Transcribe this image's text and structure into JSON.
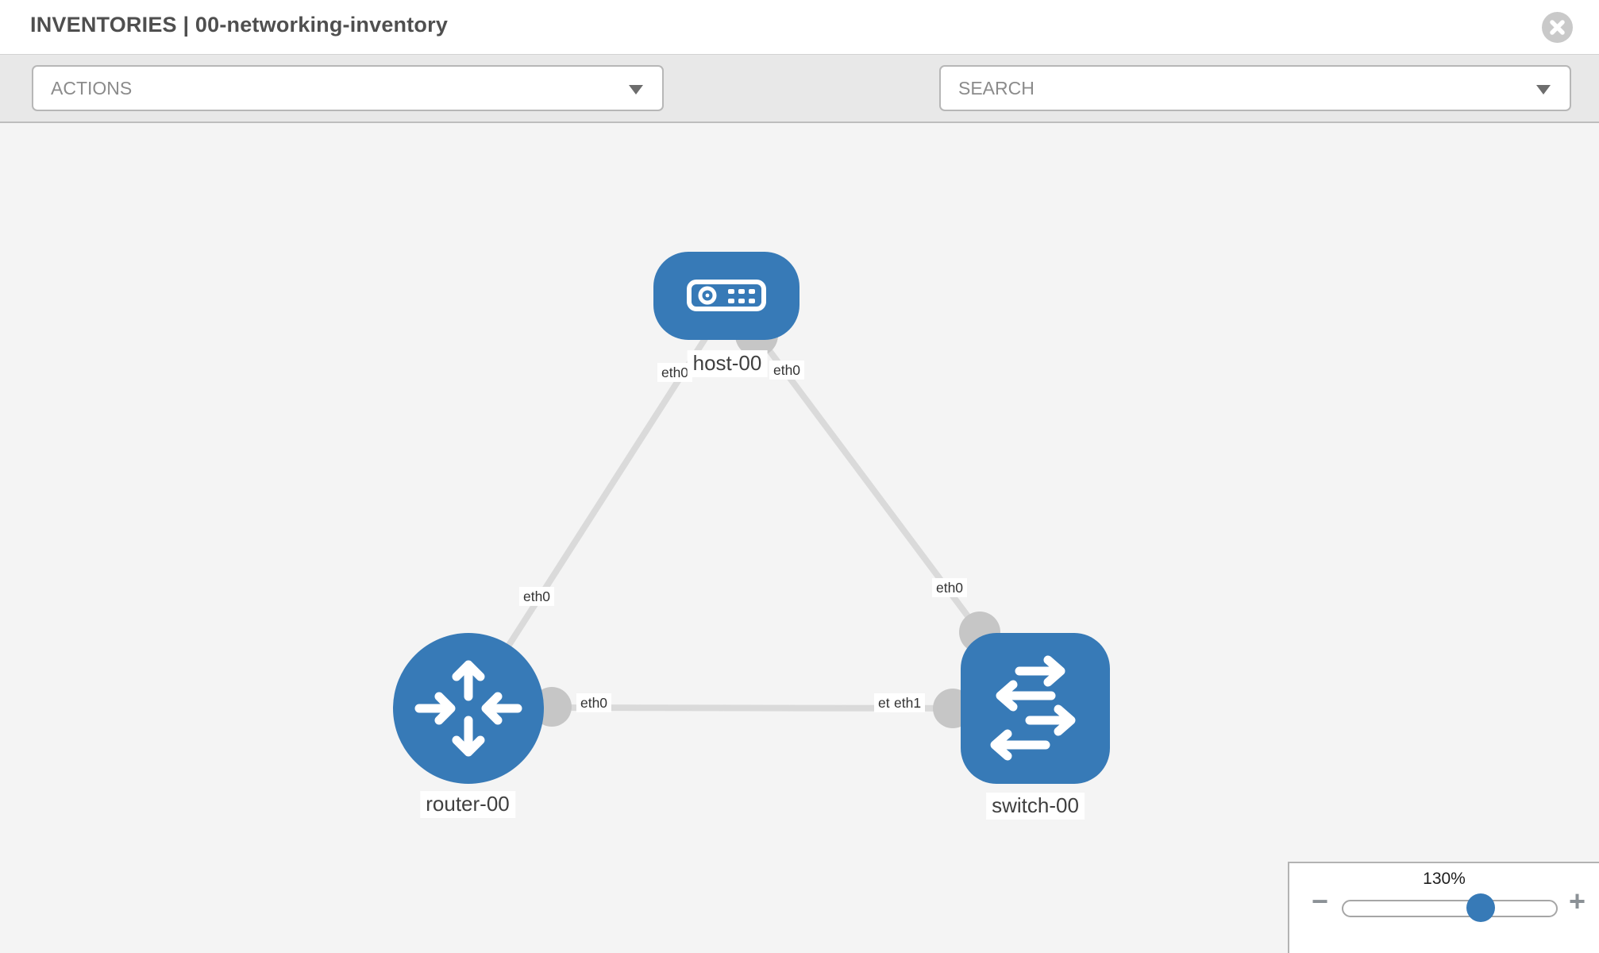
{
  "window": {
    "title": "INVENTORIES | 00-networking-inventory"
  },
  "toolbar": {
    "actions_label": "ACTIONS",
    "search_label": "SEARCH",
    "icons": [
      "wrench-icon",
      "key-icon"
    ]
  },
  "topology": {
    "nodes": [
      {
        "id": "host-00",
        "type": "host",
        "label": "host-00"
      },
      {
        "id": "router-00",
        "type": "router",
        "label": "router-00"
      },
      {
        "id": "switch-00",
        "type": "switch",
        "label": "switch-00"
      }
    ],
    "links": [
      {
        "from": "host-00",
        "from_if": "eth0",
        "to": "router-00",
        "to_if": "eth0"
      },
      {
        "from": "host-00",
        "from_if": "eth0",
        "to": "switch-00",
        "to_if": "eth0"
      },
      {
        "from": "router-00",
        "from_if": "eth0",
        "to": "switch-00",
        "to_if": "eth1"
      }
    ],
    "labels": {
      "host": "host-00",
      "router": "router-00",
      "switch": "switch-00",
      "if_host_left": "eth0",
      "if_host_right": "eth0",
      "if_router_top": "eth0",
      "if_router_right": "eth0",
      "if_switch_top": "eth0",
      "if_switch_left_back": "eth0",
      "if_switch_left_front": "eth1"
    }
  },
  "zoom_control": {
    "level": "130%",
    "minus_glyph": "−",
    "plus_glyph": "+"
  },
  "colors": {
    "node_blue": "#377ab7",
    "interface_gray": "#c6c6c6",
    "link_gray": "#dadada"
  }
}
